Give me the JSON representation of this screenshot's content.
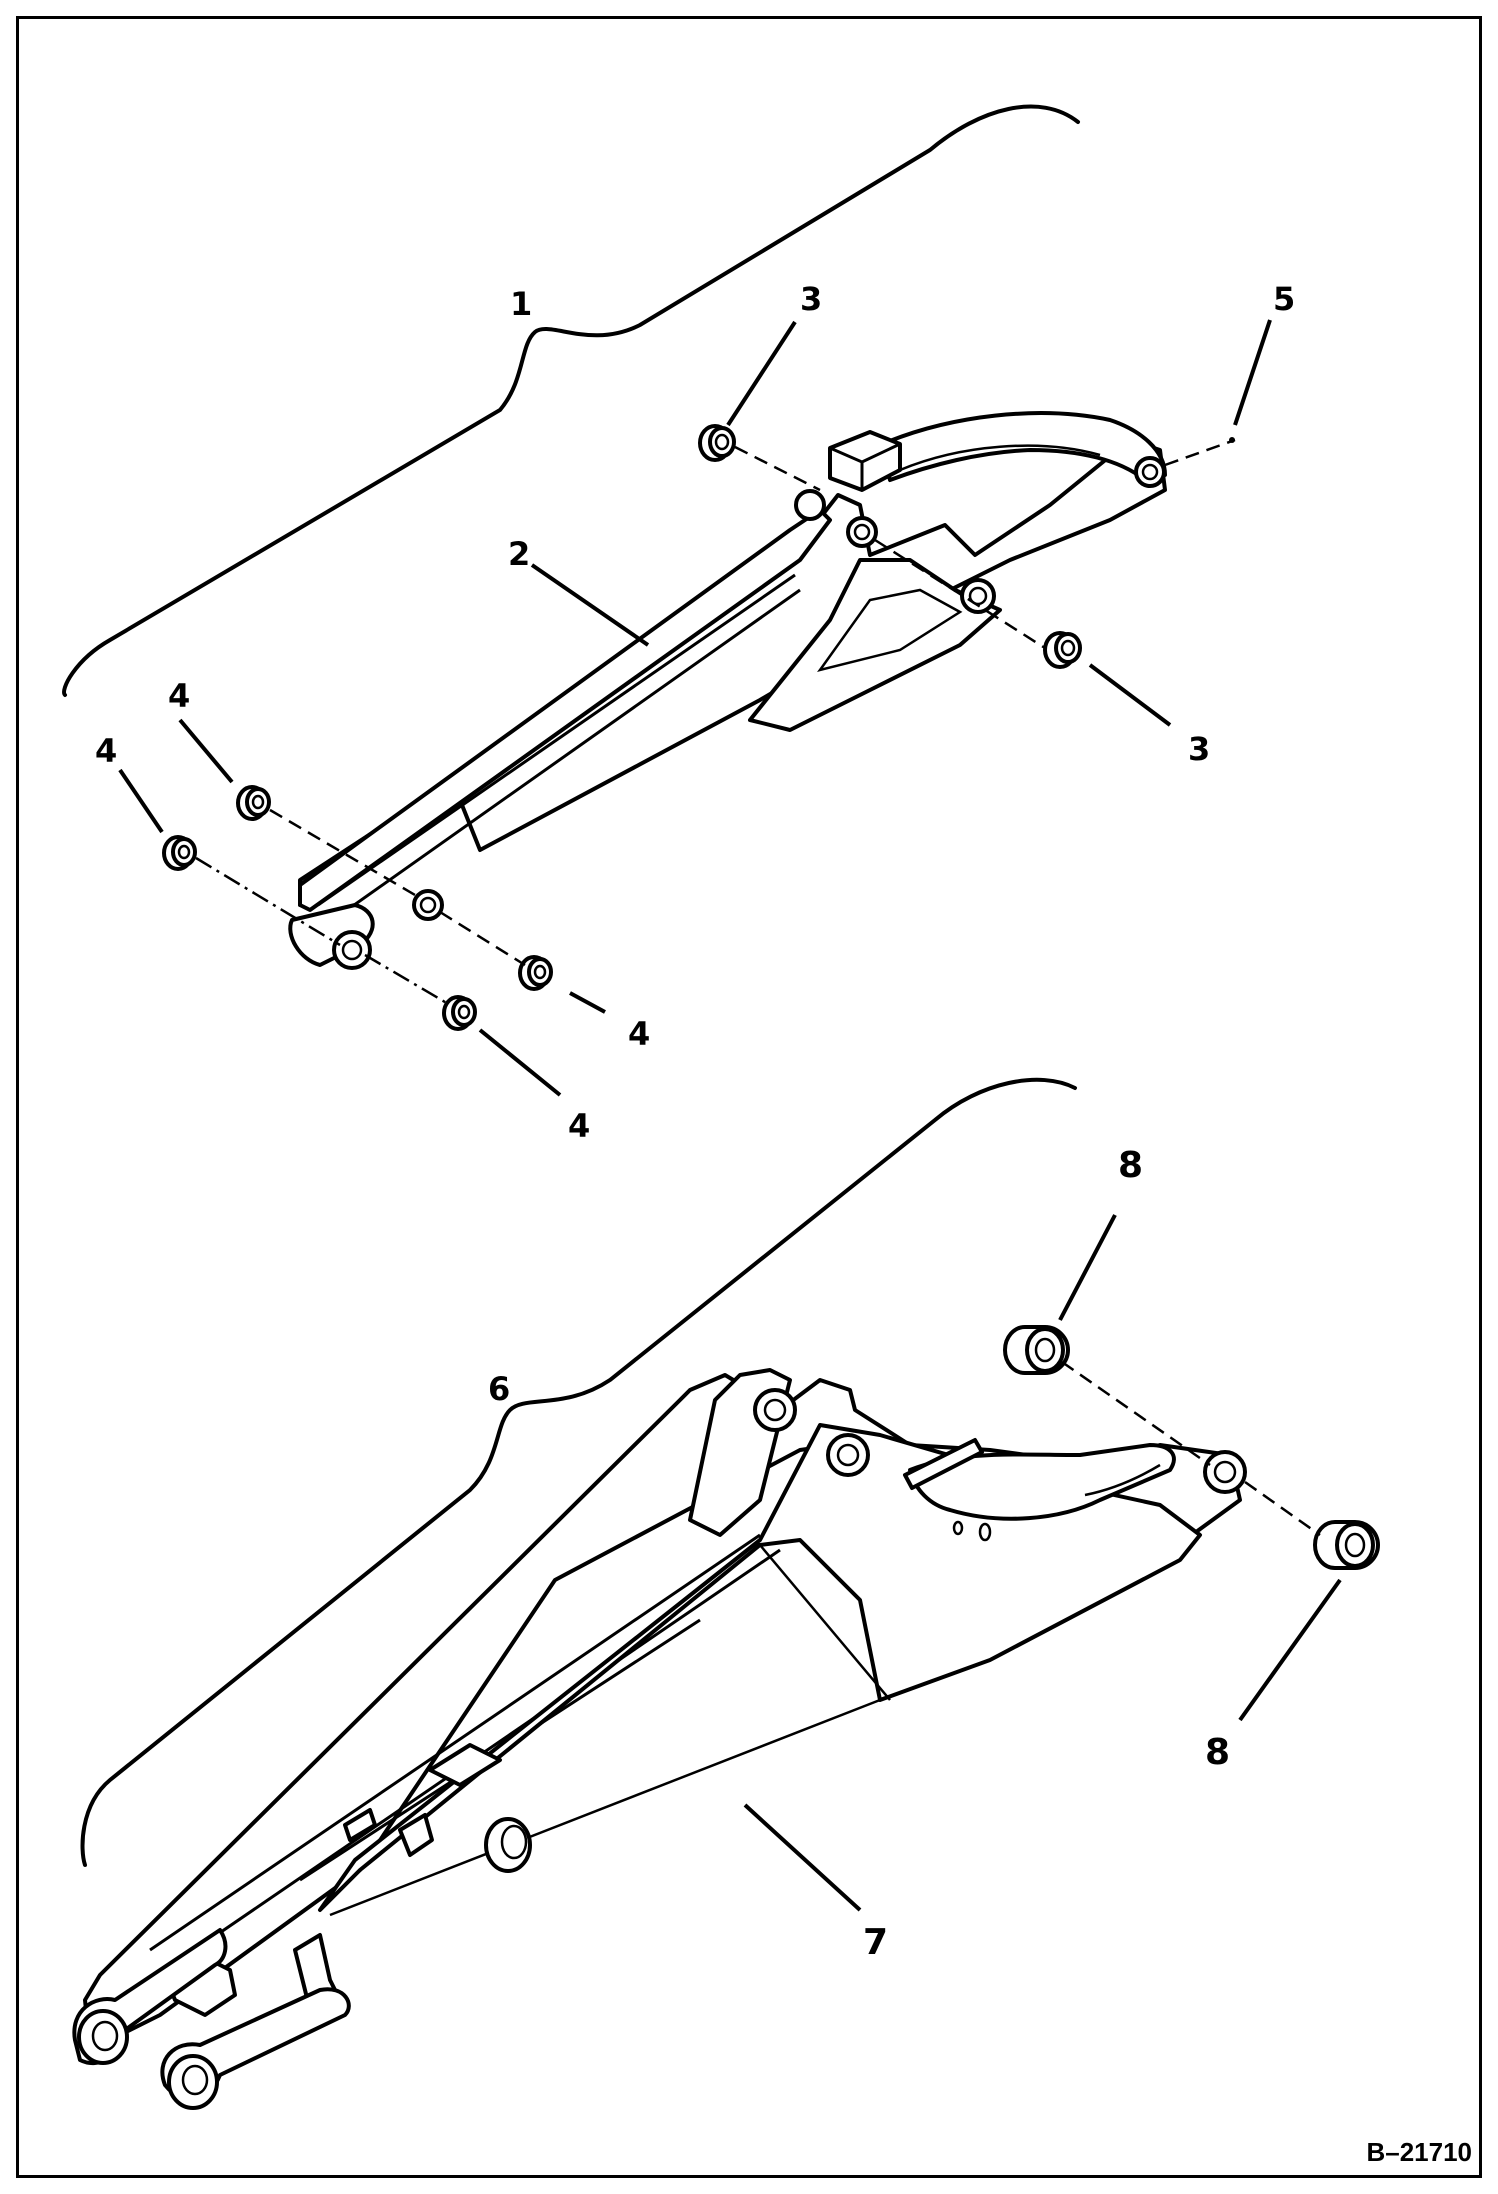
{
  "drawing_number": "B–21710",
  "callouts": {
    "c1": "1",
    "c2": "2",
    "c3a": "3",
    "c3b": "3",
    "c4a": "4",
    "c4b": "4",
    "c4c": "4",
    "c4d": "4",
    "c5": "5",
    "c6": "6",
    "c7": "7",
    "c8a": "8",
    "c8b": "8"
  }
}
